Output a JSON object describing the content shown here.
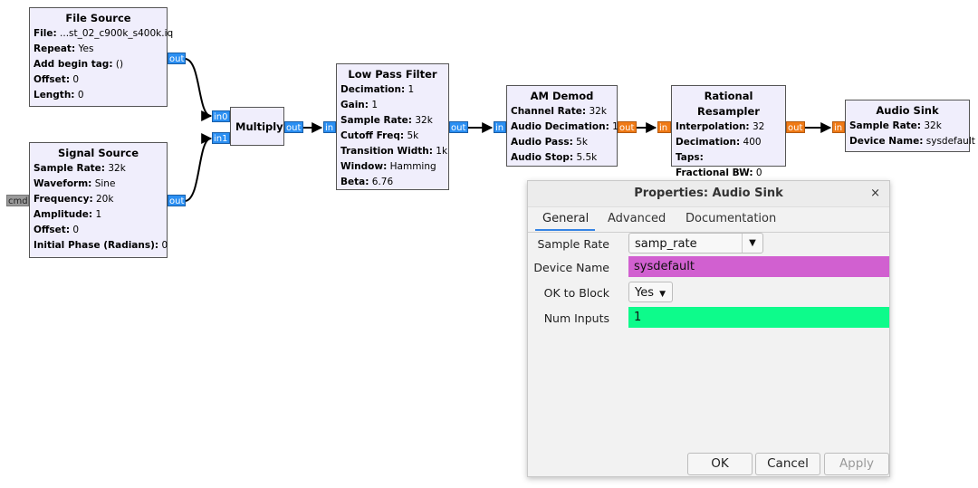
{
  "blocks": {
    "file_source": {
      "title": "File Source",
      "file_label": "File:",
      "file_value": "...st_02_c900k_s400k.iq",
      "repeat_label": "Repeat:",
      "repeat_value": "Yes",
      "tag_label": "Add begin tag:",
      "tag_value": "()",
      "offset_label": "Offset:",
      "offset_value": "0",
      "length_label": "Length:",
      "length_value": "0",
      "out_port": "out"
    },
    "signal_source": {
      "title": "Signal Source",
      "rate_label": "Sample Rate:",
      "rate_value": "32k",
      "waveform_label": "Waveform:",
      "waveform_value": "Sine",
      "freq_label": "Frequency:",
      "freq_value": "20k",
      "amp_label": "Amplitude:",
      "amp_value": "1",
      "offset_label": "Offset:",
      "offset_value": "0",
      "phase_label": "Initial Phase (Radians):",
      "phase_value": "0",
      "cmd_port": "cmd",
      "out_port": "out"
    },
    "multiply": {
      "title": "Multiply",
      "in0": "in0",
      "in1": "in1",
      "out_port": "out"
    },
    "lpf": {
      "title": "Low Pass Filter",
      "dec_label": "Decimation:",
      "dec_value": "1",
      "gain_label": "Gain:",
      "gain_value": "1",
      "rate_label": "Sample Rate:",
      "rate_value": "32k",
      "cutoff_label": "Cutoff Freq:",
      "cutoff_value": "5k",
      "tw_label": "Transition Width:",
      "tw_value": "1k",
      "win_label": "Window:",
      "win_value": "Hamming",
      "beta_label": "Beta:",
      "beta_value": "6.76",
      "in_port": "in",
      "out_port": "out"
    },
    "am_demod": {
      "title": "AM Demod",
      "ch_label": "Channel Rate:",
      "ch_value": "32k",
      "ad_label": "Audio Decimation:",
      "ad_value": "1",
      "ap_label": "Audio Pass:",
      "ap_value": "5k",
      "as_label": "Audio Stop:",
      "as_value": "5.5k",
      "in_port": "in",
      "out_port": "out"
    },
    "resampler": {
      "title": "Rational Resampler",
      "interp_label": "Interpolation:",
      "interp_value": "32",
      "dec_label": "Decimation:",
      "dec_value": "400",
      "taps_label": "Taps:",
      "taps_value": "",
      "fbw_label": "Fractional BW:",
      "fbw_value": "0",
      "in_port": "in",
      "out_port": "out"
    },
    "audio_sink": {
      "title": "Audio Sink",
      "rate_label": "Sample Rate:",
      "rate_value": "32k",
      "dev_label": "Device Name:",
      "dev_value": "sysdefault",
      "in_port": "in"
    }
  },
  "dialog": {
    "title": "Properties: Audio Sink",
    "close": "×",
    "tabs": [
      "General",
      "Advanced",
      "Documentation"
    ],
    "fields": {
      "sample_rate": {
        "label": "Sample Rate",
        "value": "samp_rate"
      },
      "device_name": {
        "label": "Device Name",
        "value": "sysdefault"
      },
      "ok_to_block": {
        "label": "OK to Block",
        "value": "Yes"
      },
      "num_inputs": {
        "label": "Num Inputs",
        "value": "1"
      }
    },
    "buttons": {
      "ok": "OK",
      "cancel": "Cancel",
      "apply": "Apply"
    }
  },
  "colors": {
    "block_bg": "#f0eefc",
    "port_complex": "#2b8ff2",
    "port_float": "#ef7a16",
    "device_name_bg": "#d160d0",
    "num_inputs_bg": "#0dfb8b",
    "tab_accent": "#3584e4"
  }
}
